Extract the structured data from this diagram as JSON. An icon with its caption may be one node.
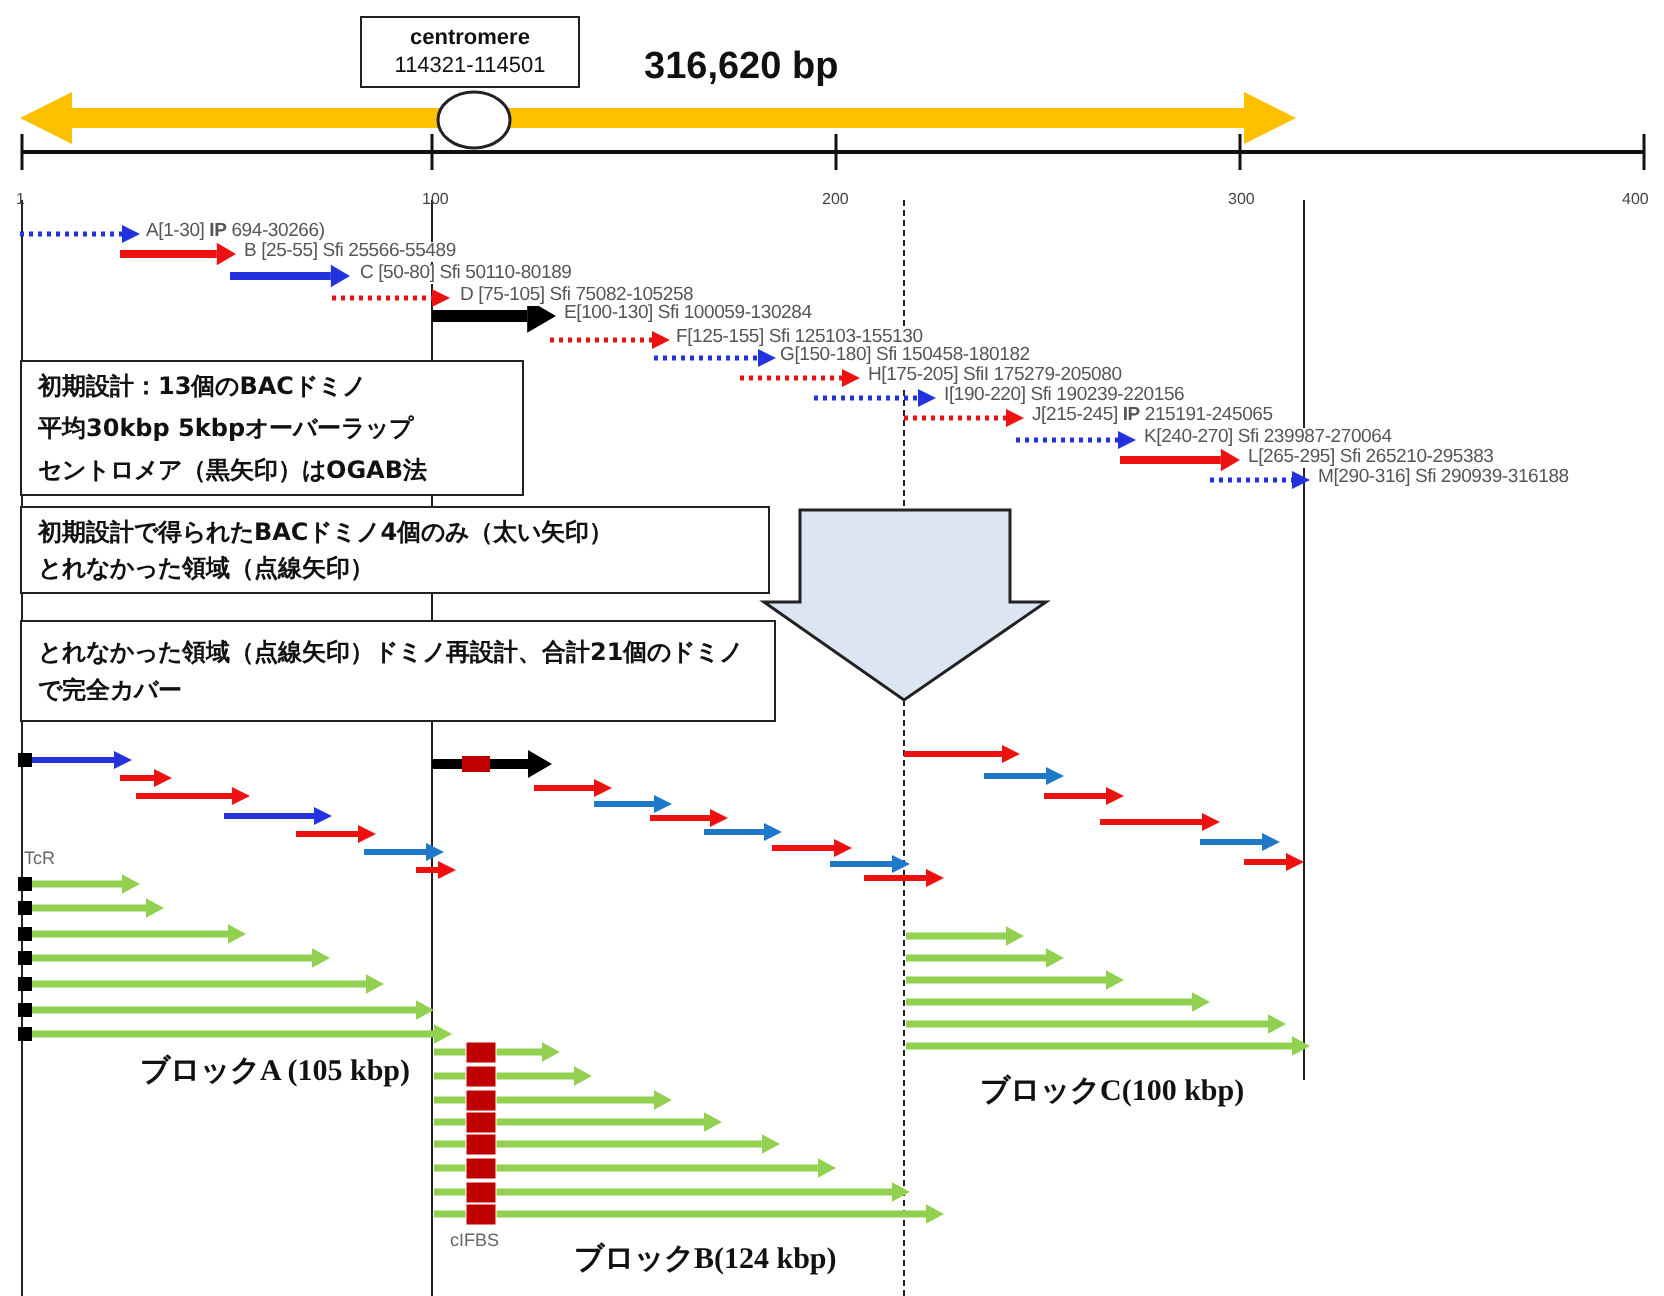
{
  "diagram": {
    "nodes": [
      {
        "text": [
          "centromere",
          "114321-114501"
        ]
      },
      {
        "text": [
          "初期設計：13個のBACドミノ",
          "平均30kbp 5kbpオーバーラップ",
          "セントロメア（黒矢印）はOGAB法"
        ]
      },
      {
        "text": [
          "初期設計で得られたBACドミノ4個のみ（太い矢印）",
          "とれなかった領域（点線矢印）"
        ]
      },
      {
        "text": [
          "とれなかった領域（点線矢印）ドミノ再設計、合計21個のドミノで完全カバー"
        ]
      }
    ],
    "labels": [
      "316,620 bp",
      "1",
      "100",
      "200",
      "300",
      "400",
      "A[1-30] **IP** 694-30266)",
      "B [25-55] Sfi 25566-55489",
      "C [50-80] Sfi  50110-80189",
      "D [75-105] Sfi  75082-105258",
      "E[100-130] Sfi  100059-130284",
      "F[125-155] Sfi  125103-155130",
      "G[150-180] Sfi  150458-180182",
      "H[175-205] SfiI 175279-205080",
      "I[190-220] Sfi 190239-220156",
      "J[215-245] **IP** 215191-245065",
      "K[240-270] Sfi 239987-270064",
      "L[265-295] Sfi 265210-295383",
      "M[290-316] Sfi 290939-316188",
      "TcR",
      "ブロックA (105 kbp)",
      "ブロックC(100 kbp)",
      "cIFBS",
      "ブロックB(124 kbp)"
    ]
  }
}
